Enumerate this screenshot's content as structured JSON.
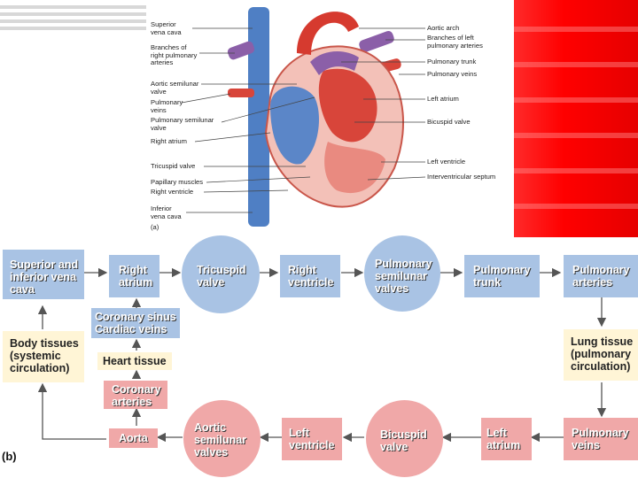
{
  "figure_a": {
    "panel_label": "(a)",
    "labels_left": [
      "Superior\nvena cava",
      "Branches of\nright pulmonary\narteries",
      "Aortic semilunar\nvalve",
      "Pulmonary\nveins",
      "Pulmonary semilunar\nvalve",
      "Right atrium",
      "Tricuspid valve",
      "Papillary muscles",
      "Right ventricle",
      "Inferior\nvena cava"
    ],
    "labels_right": [
      "Aortic arch",
      "Branches of left\npulmonary arteries",
      "Pulmonary trunk",
      "Pulmonary veins",
      "Left atrium",
      "Bicuspid valve",
      "Left ventricle",
      "Interventricular septum"
    ]
  },
  "figure_b": {
    "panel_label": "(b)",
    "row1": {
      "superior_inferior_vena_cava": "Superior and\ninferior vena\ncava",
      "right_atrium": "Right\natrium",
      "tricuspid_valve": "Tricuspid\nvalve",
      "right_ventricle": "Right\nventricle",
      "pulmonary_semilunar_valves": "Pulmonary\nsemilunar\nvalves",
      "pulmonary_trunk": "Pulmonary\ntrunk",
      "pulmonary_arteries": "Pulmonary\narteries"
    },
    "left_column": {
      "coronary_sinus": "Coronary sinus\nCardiac veins",
      "heart_tissue": "Heart tissue",
      "coronary_arteries": "Coronary\narteries",
      "body_tissues": "Body tissues\n(systemic\ncirculation)"
    },
    "right_column": {
      "lung_tissue": "Lung tissue\n(pulmonary\ncirculation)"
    },
    "row3": {
      "aorta": "Aorta",
      "aortic_semilunar_valves": "Aortic\nsemilunar\nvalves",
      "left_ventricle": "Left\nventricle",
      "bicuspid_valve": "Bicuspid\nvalve",
      "left_atrium": "Left\natrium",
      "pulmonary_veins": "Pulmonary\nveins"
    }
  },
  "colors": {
    "deoxygenated": "#a9c3e4",
    "oxygenated": "#f0a8a8",
    "tissue": "#fff5d6",
    "background_accent": "#ff0000"
  }
}
